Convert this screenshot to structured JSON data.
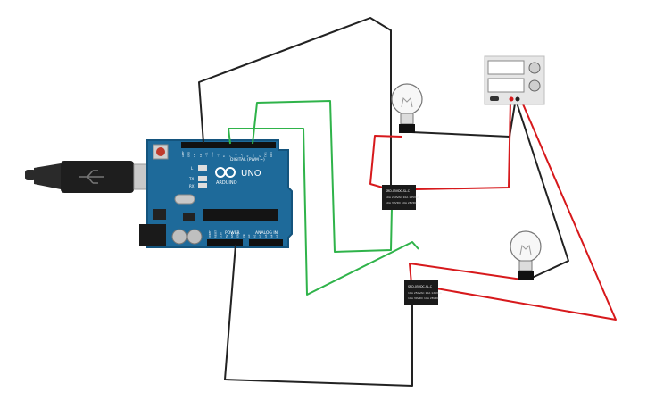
{
  "arduino": {
    "brand": "ARDUINO",
    "model": "UNO",
    "digital_label": "DIGITAL (PWM ~)",
    "power_label": "POWER",
    "analog_label": "ANALOG IN",
    "led_l": "L",
    "led_tx": "TX",
    "led_rx": "RX",
    "pin_labels_top": [
      "AREF",
      "GND",
      "13",
      "12",
      "~11",
      "~10",
      "~9",
      "8",
      "7",
      "~6",
      "~5",
      "4",
      "~3",
      "2",
      "TX 1",
      "RX 0"
    ],
    "pin_labels_bottom": [
      "IOREF",
      "RESET",
      "3.3V",
      "5V",
      "GND",
      "GND",
      "Vin",
      "A0",
      "A1",
      "A2",
      "A3",
      "A4",
      "A5"
    ]
  },
  "relays": [
    {
      "line1": "SRD-05VDC-SL-C",
      "line2": "10A 250VAC 10A 125VAC",
      "line3": "10A 30VDC 10A 28VDC"
    },
    {
      "line1": "SRD-05VDC-SL-C",
      "line2": "10A 250VAC 10A 125VAC",
      "line3": "10A 30VDC 10A 28VDC"
    }
  ],
  "colors": {
    "board": "#1e6a9a",
    "board_edge": "#14547d",
    "wire_black": "#222222",
    "wire_red": "#d7191c",
    "wire_green": "#2fb34a",
    "relay": "#1a1a1a",
    "supply": "#e6e6e6"
  }
}
